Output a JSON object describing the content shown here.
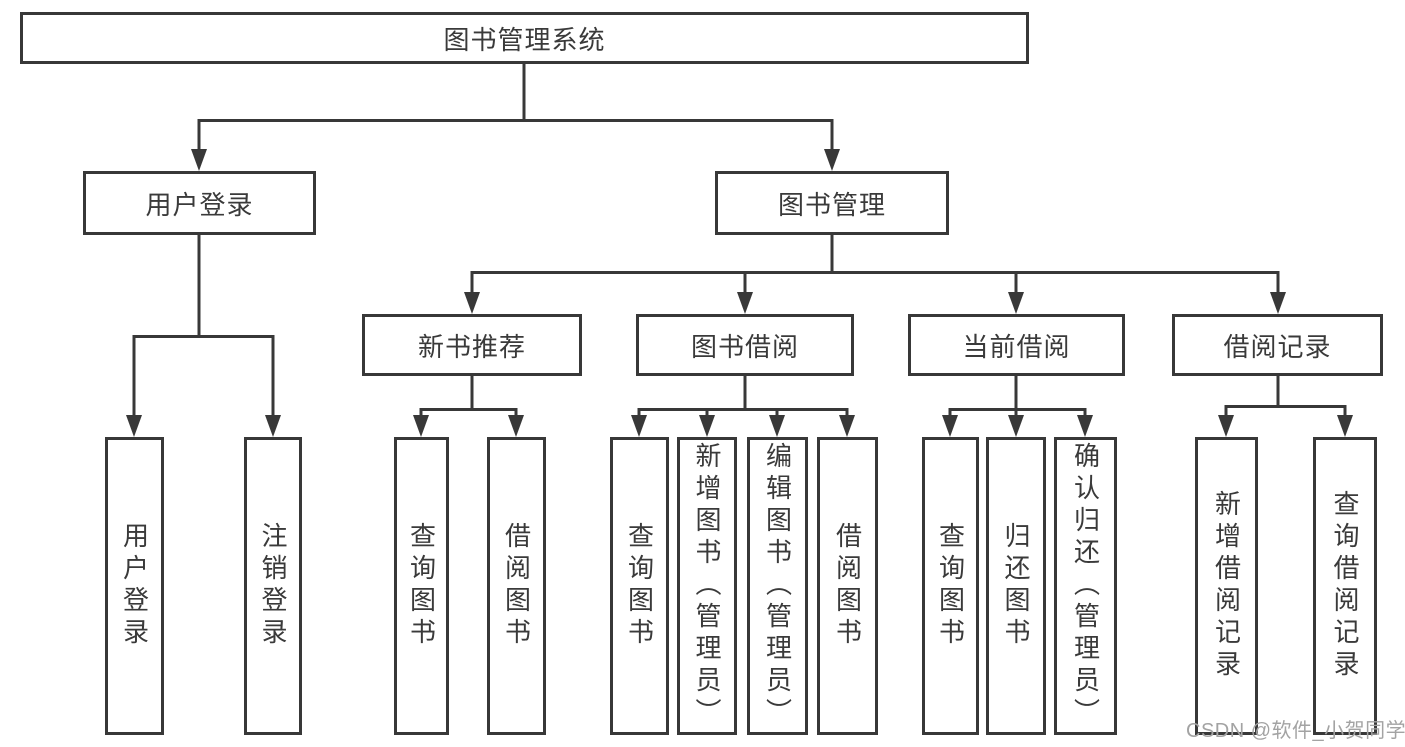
{
  "tree": {
    "label": "图书管理系统",
    "children": [
      {
        "label": "用户登录",
        "children": [
          {
            "label": "用户登录"
          },
          {
            "label": "注销登录"
          }
        ]
      },
      {
        "label": "图书管理",
        "children": [
          {
            "label": "新书推荐",
            "children": [
              {
                "label": "查询图书"
              },
              {
                "label": "借阅图书"
              }
            ]
          },
          {
            "label": "图书借阅",
            "children": [
              {
                "label": "查询图书"
              },
              {
                "label": "新增图书（管理员）"
              },
              {
                "label": "编辑图书（管理员）"
              },
              {
                "label": "借阅图书"
              }
            ]
          },
          {
            "label": "当前借阅",
            "children": [
              {
                "label": "查询图书"
              },
              {
                "label": "归还图书"
              },
              {
                "label": "确认归还（管理员）"
              }
            ]
          },
          {
            "label": "借阅记录",
            "children": [
              {
                "label": "新增借阅记录"
              },
              {
                "label": "查询借阅记录"
              }
            ]
          }
        ]
      }
    ]
  },
  "watermark": {
    "text": "CSDN @软件_小贺同学"
  },
  "colors": {
    "line": "#383838",
    "box_border": "#383838",
    "box_fill": "#ffffff",
    "label_text": "#3a3a3a",
    "watermark_text": "#a3a3a3",
    "background": "#ffffff"
  }
}
